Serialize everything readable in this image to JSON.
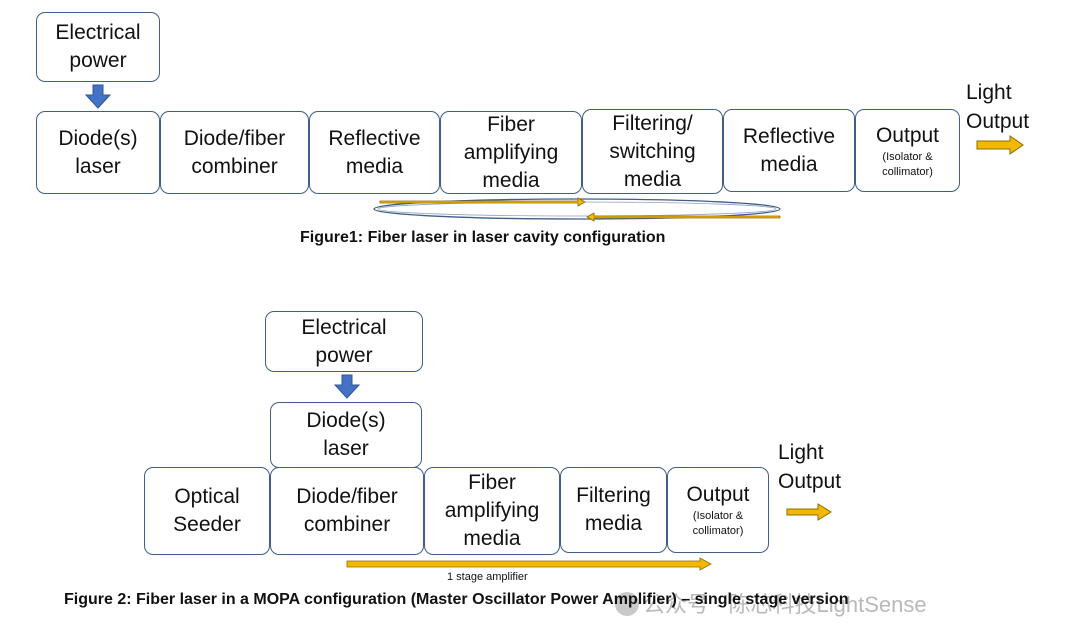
{
  "figure1": {
    "power": [
      "Electrical",
      "power"
    ],
    "boxes": [
      {
        "lines": [
          "Diode(s)",
          "laser"
        ]
      },
      {
        "lines": [
          "Diode/fiber",
          "combiner"
        ]
      },
      {
        "lines": [
          "Reflective",
          "media"
        ]
      },
      {
        "lines": [
          "Fiber",
          "amplifying",
          "media"
        ]
      },
      {
        "lines": [
          "Filtering/",
          "switching",
          "media"
        ]
      },
      {
        "lines": [
          "Reflective",
          "media"
        ]
      },
      {
        "lines": [
          "Output"
        ],
        "sub": [
          "(Isolator &",
          "collimator)"
        ]
      }
    ],
    "light_output": [
      "Light",
      "Output"
    ],
    "caption": "Figure1: Fiber laser in laser cavity configuration"
  },
  "figure2": {
    "power": [
      "Electrical",
      "power"
    ],
    "diode": [
      "Diode(s)",
      "laser"
    ],
    "boxes": [
      {
        "lines": [
          "Optical",
          "Seeder"
        ]
      },
      {
        "lines": [
          "Diode/fiber",
          "combiner"
        ]
      },
      {
        "lines": [
          "Fiber",
          "amplifying",
          "media"
        ]
      },
      {
        "lines": [
          "Filtering",
          "media"
        ]
      },
      {
        "lines": [
          "Output"
        ],
        "sub": [
          "(Isolator &",
          "collimator)"
        ]
      }
    ],
    "light_output": [
      "Light",
      "Output"
    ],
    "stage_label": "1 stage amplifier",
    "caption": "Figure 2: Fiber laser in a MOPA configuration (Master Oscillator Power Amplifier) – single stage version"
  },
  "watermark": "公众号 · 陈芯科技LightSense",
  "colors": {
    "box_border": "#3f5f86",
    "power_arrow": "#4472c4",
    "output_arrow": "#f5b800",
    "output_arrow_edge": "#8a6d00"
  }
}
